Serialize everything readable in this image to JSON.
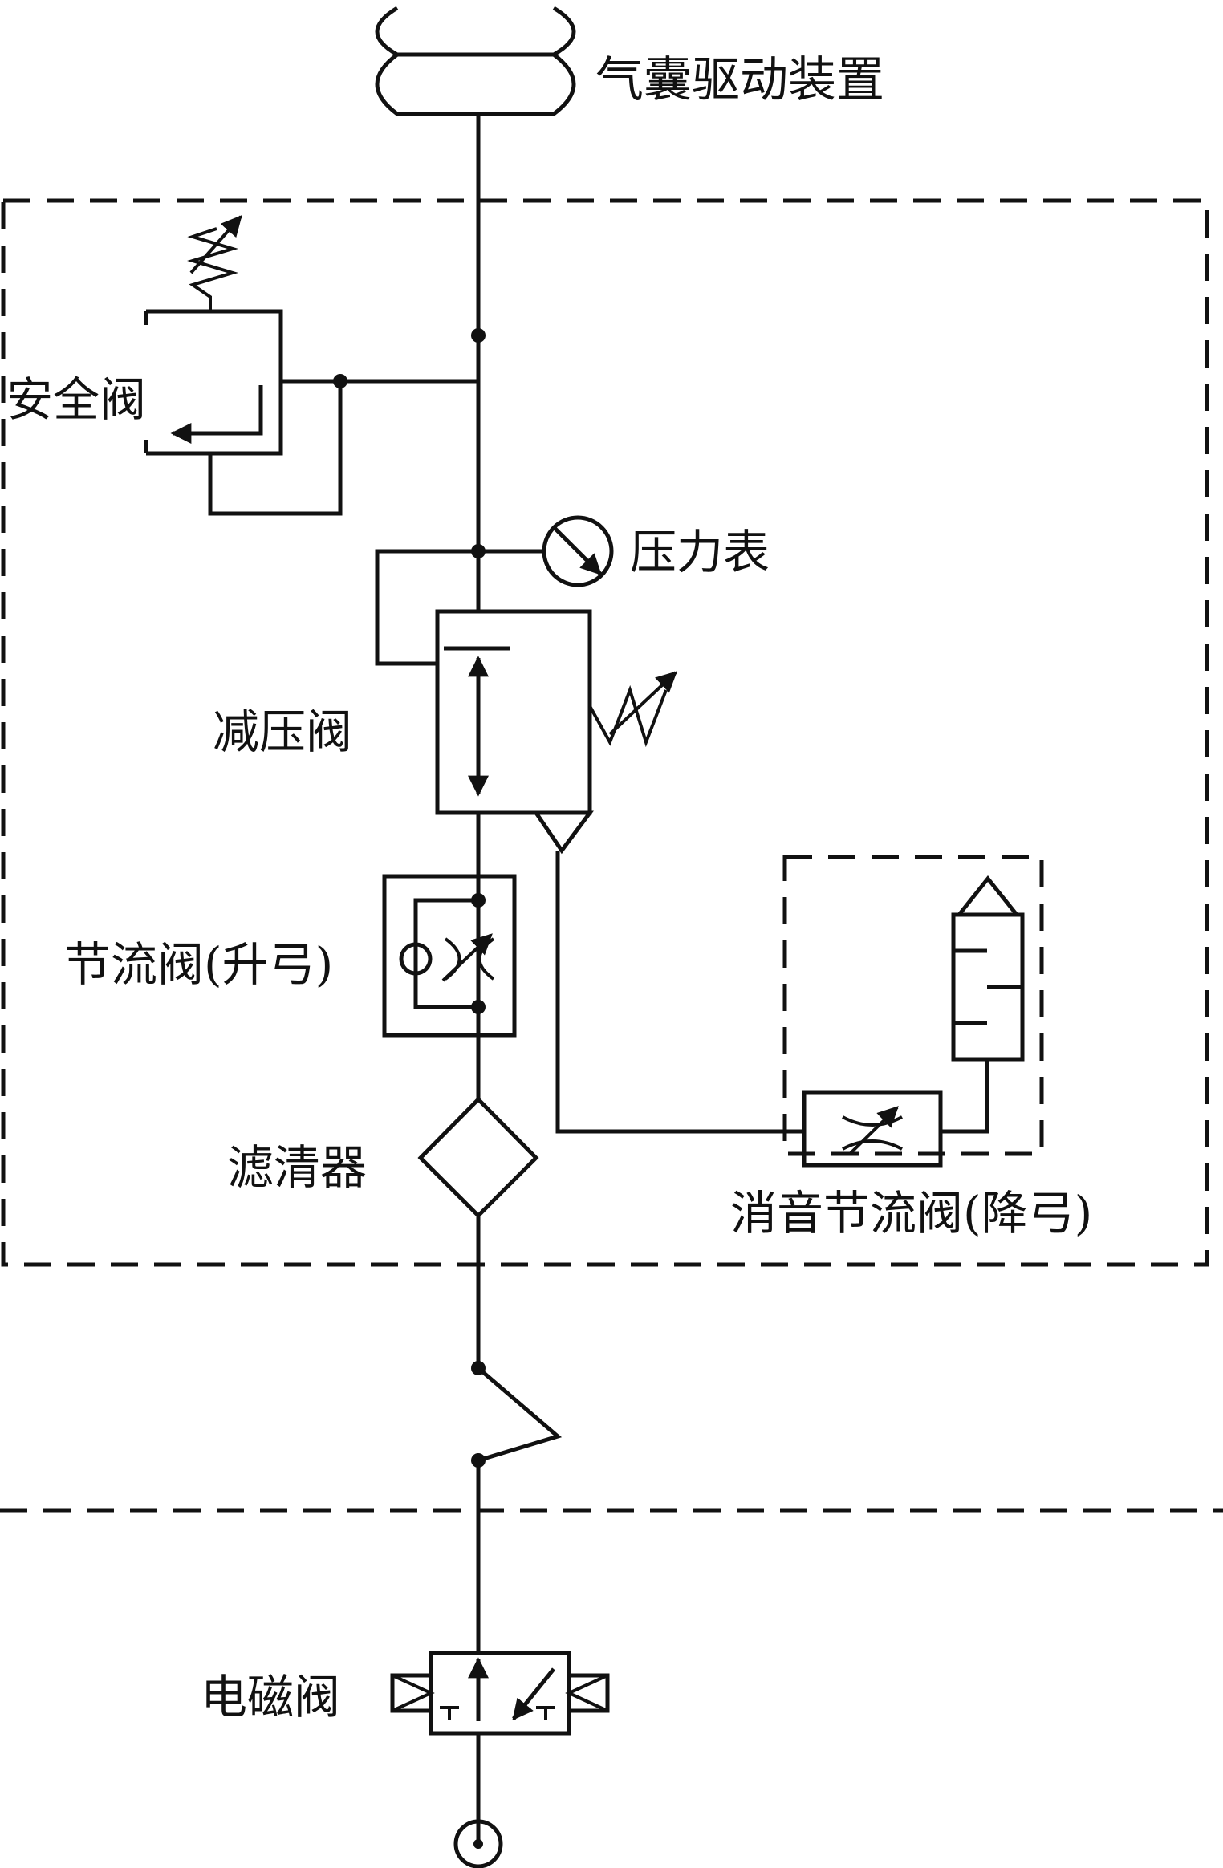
{
  "labels": {
    "airbag": "气囊驱动装置",
    "safety_valve": "安全阀",
    "pressure_gauge": "压力表",
    "reducing_valve": "减压阀",
    "throttle_up": "节流阀(升弓)",
    "filter": "滤清器",
    "muffler_throttle_down": "消音节流阀(降弓)",
    "solenoid_valve": "电磁阀"
  }
}
